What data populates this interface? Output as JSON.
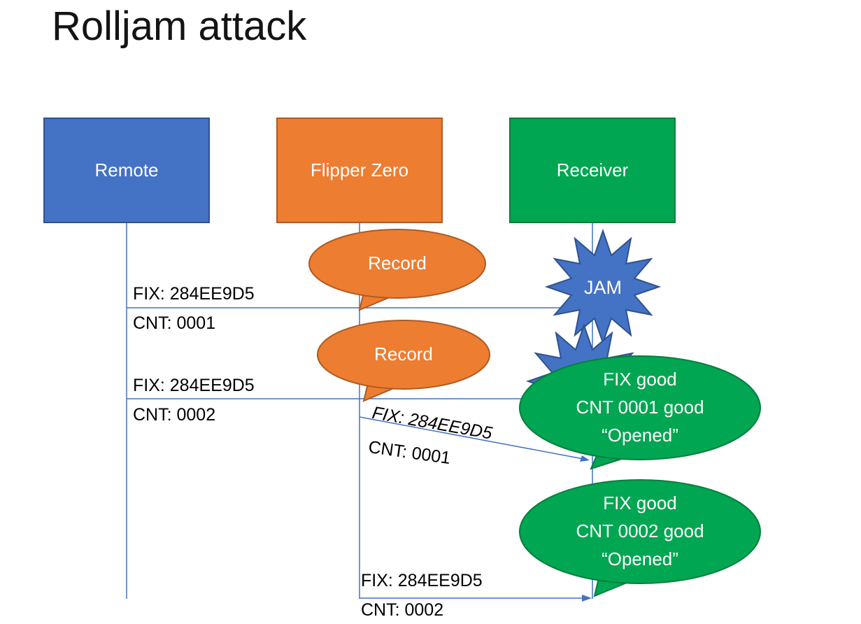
{
  "slide": {
    "title": "Rolljam attack"
  },
  "actors": [
    {
      "id": "remote",
      "label": "Remote",
      "fill": "#4472C4",
      "border": "#2F528F"
    },
    {
      "id": "flipper-zero",
      "label": "Flipper Zero",
      "fill": "#ED7D31",
      "border": "#AE5A21"
    },
    {
      "id": "receiver",
      "label": "Receiver",
      "fill": "#00A651",
      "border": "#077E3E"
    }
  ],
  "callouts": {
    "record1": {
      "label": "Record"
    },
    "record2": {
      "label": "Record"
    },
    "jam": {
      "label": "JAM"
    },
    "receiver_ok_1": {
      "lines": [
        "FIX good",
        "CNT 0001 good",
        "“Opened”"
      ]
    },
    "receiver_ok_2": {
      "lines": [
        "FIX good",
        "CNT 0002 good",
        "“Opened”"
      ]
    }
  },
  "messages": {
    "remote_msg1": {
      "fix": "FIX: 284EE9D5",
      "cnt": "CNT: 0001"
    },
    "remote_msg2": {
      "fix": "FIX: 284EE9D5",
      "cnt": "CNT: 0002"
    },
    "replay_msg1": {
      "fix": "FIX: 284EE9D5",
      "cnt": "CNT: 0001"
    },
    "replay_msg2": {
      "fix": "FIX: 284EE9D5",
      "cnt": "CNT: 0002"
    }
  },
  "colors": {
    "blue": "#4472C4",
    "blue_border": "#2F528F",
    "orange": "#ED7D31",
    "orange_border": "#AE5A21",
    "green": "#00A651",
    "green_border": "#077E3E",
    "line": "#4472C4",
    "text": "#000000",
    "background": "#FFFFFF"
  }
}
